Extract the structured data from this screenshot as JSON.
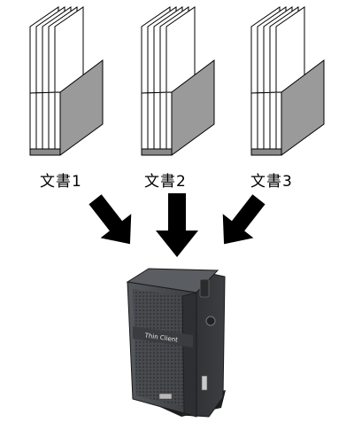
{
  "documents": [
    {
      "label": "文書1"
    },
    {
      "label": "文書2"
    },
    {
      "label": "文書3"
    }
  ],
  "device": {
    "brand": "Thin Client",
    "icon": "thin-client-device"
  },
  "colors": {
    "folder_gray": "#9a9a9a",
    "paper": "#ffffff",
    "outline": "#000000",
    "arrow": "#000000",
    "device_body": "#3f4246"
  }
}
